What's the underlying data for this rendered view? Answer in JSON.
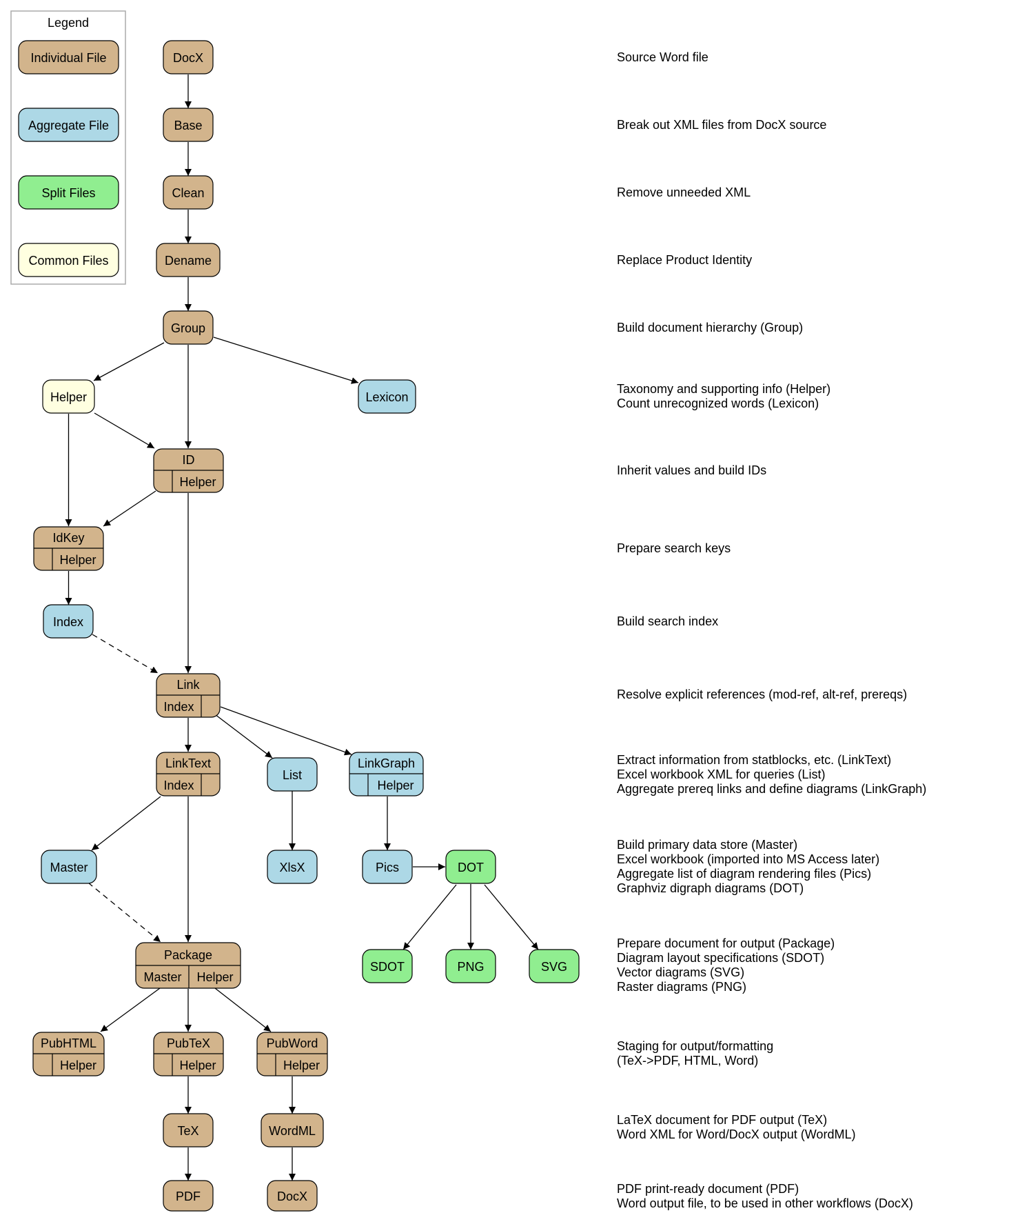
{
  "colors": {
    "individual": "#d2b48c",
    "aggregate": "#add8e6",
    "split": "#90ee90",
    "common": "#ffffe0",
    "stroke": "#000000",
    "legend_border": "#aaaaaa"
  },
  "legend": {
    "title": "Legend",
    "items": [
      "Individual File",
      "Aggregate File",
      "Split Files",
      "Common Files"
    ]
  },
  "nodes": {
    "docx": "DocX",
    "base": "Base",
    "clean": "Clean",
    "dename": "Dename",
    "group": "Group",
    "helper": "Helper",
    "lexicon": "Lexicon",
    "id": {
      "title": "ID",
      "right": "Helper"
    },
    "idkey": {
      "title": "IdKey",
      "right": "Helper"
    },
    "index": "Index",
    "link": {
      "title": "Link",
      "left": "Index"
    },
    "linktext": {
      "title": "LinkText",
      "left": "Index"
    },
    "list": "List",
    "linkgraph": {
      "title": "LinkGraph",
      "right": "Helper"
    },
    "master": "Master",
    "xlsx": "XlsX",
    "pics": "Pics",
    "dot": "DOT",
    "package": {
      "title": "Package",
      "left": "Master",
      "right": "Helper"
    },
    "sdot": "SDOT",
    "png": "PNG",
    "svg": "SVG",
    "pubhtml": {
      "title": "PubHTML",
      "right": "Helper"
    },
    "pubtex": {
      "title": "PubTeX",
      "right": "Helper"
    },
    "pubword": {
      "title": "PubWord",
      "right": "Helper"
    },
    "tex": "TeX",
    "wordml": "WordML",
    "pdf": "PDF",
    "docx_out": "DocX"
  },
  "descriptions": [
    "Source Word file",
    "Break out XML files from DocX source",
    "Remove unneeded XML",
    "Replace Product Identity",
    "Build document hierarchy (Group)",
    "Taxonomy and supporting info (Helper)\nCount unrecognized words (Lexicon)",
    "Inherit values and build IDs",
    "Prepare search keys",
    "Build search index",
    "Resolve explicit references (mod-ref, alt-ref, prereqs)",
    "Extract information from statblocks, etc. (LinkText)\nExcel workbook XML for queries (List)\nAggregate prereq links and define diagrams (LinkGraph)",
    "Build primary data store (Master)\nExcel workbook (imported into MS Access later)\nAggregate list of diagram rendering files (Pics)\nGraphviz digraph diagrams (DOT)",
    "Prepare document for output (Package)\nDiagram layout specifications (SDOT)\nVector diagrams (SVG)\nRaster diagrams (PNG)",
    "Staging for output/formatting\n(TeX->PDF, HTML, Word)",
    "LaTeX document for PDF output (TeX)\nWord XML for Word/DocX output (WordML)",
    "PDF print-ready document (PDF)\nWord output file, to be used in other workflows (DocX)"
  ]
}
